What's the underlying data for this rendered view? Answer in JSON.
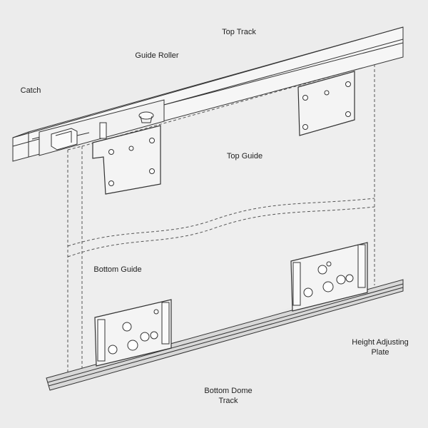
{
  "diagram": {
    "labels": {
      "top_track": "Top Track",
      "guide_roller": "Guide Roller",
      "catch": "Catch",
      "top_guide": "Top Guide",
      "bottom_guide": "Bottom Guide",
      "height_adjusting_plate": [
        "Height Adjusting",
        "Plate"
      ],
      "bottom_dome_track": [
        "Bottom Dome",
        "Track"
      ]
    }
  }
}
